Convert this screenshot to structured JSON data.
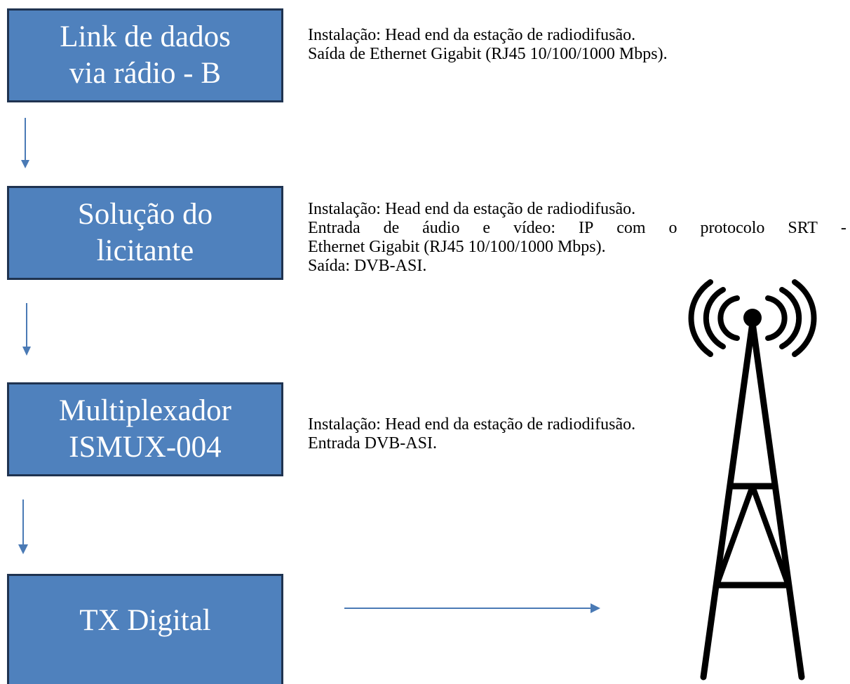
{
  "colors": {
    "box_fill": "#4f81bd",
    "box_border": "#1f3350",
    "arrow": "#4a7ab5",
    "tower": "#000000"
  },
  "boxes": [
    {
      "lines": [
        "Link de dados",
        "via rádio - B"
      ]
    },
    {
      "lines": [
        "Solução do",
        "licitante"
      ]
    },
    {
      "lines": [
        "Multiplexador",
        "ISMUX-004"
      ]
    },
    {
      "lines": [
        "TX Digital"
      ]
    }
  ],
  "descriptions": [
    {
      "lines": [
        "Instalação: Head end da estação de radiodifusão.",
        "Saída de Ethernet Gigabit (RJ45 10/100/1000 Mbps)."
      ]
    },
    {
      "lines": [
        "Instalação: Head end da estação de radiodifusão.",
        "Entrada de áudio e vídeo: IP com o protocolo SRT -",
        "Ethernet Gigabit (RJ45 10/100/1000 Mbps).",
        "Saída: DVB-ASI."
      ]
    },
    {
      "lines": [
        "Instalação: Head end da estação de radiodifusão.",
        "Entrada DVB-ASI."
      ]
    }
  ],
  "icons": {
    "tower": "radio-tower-icon"
  }
}
